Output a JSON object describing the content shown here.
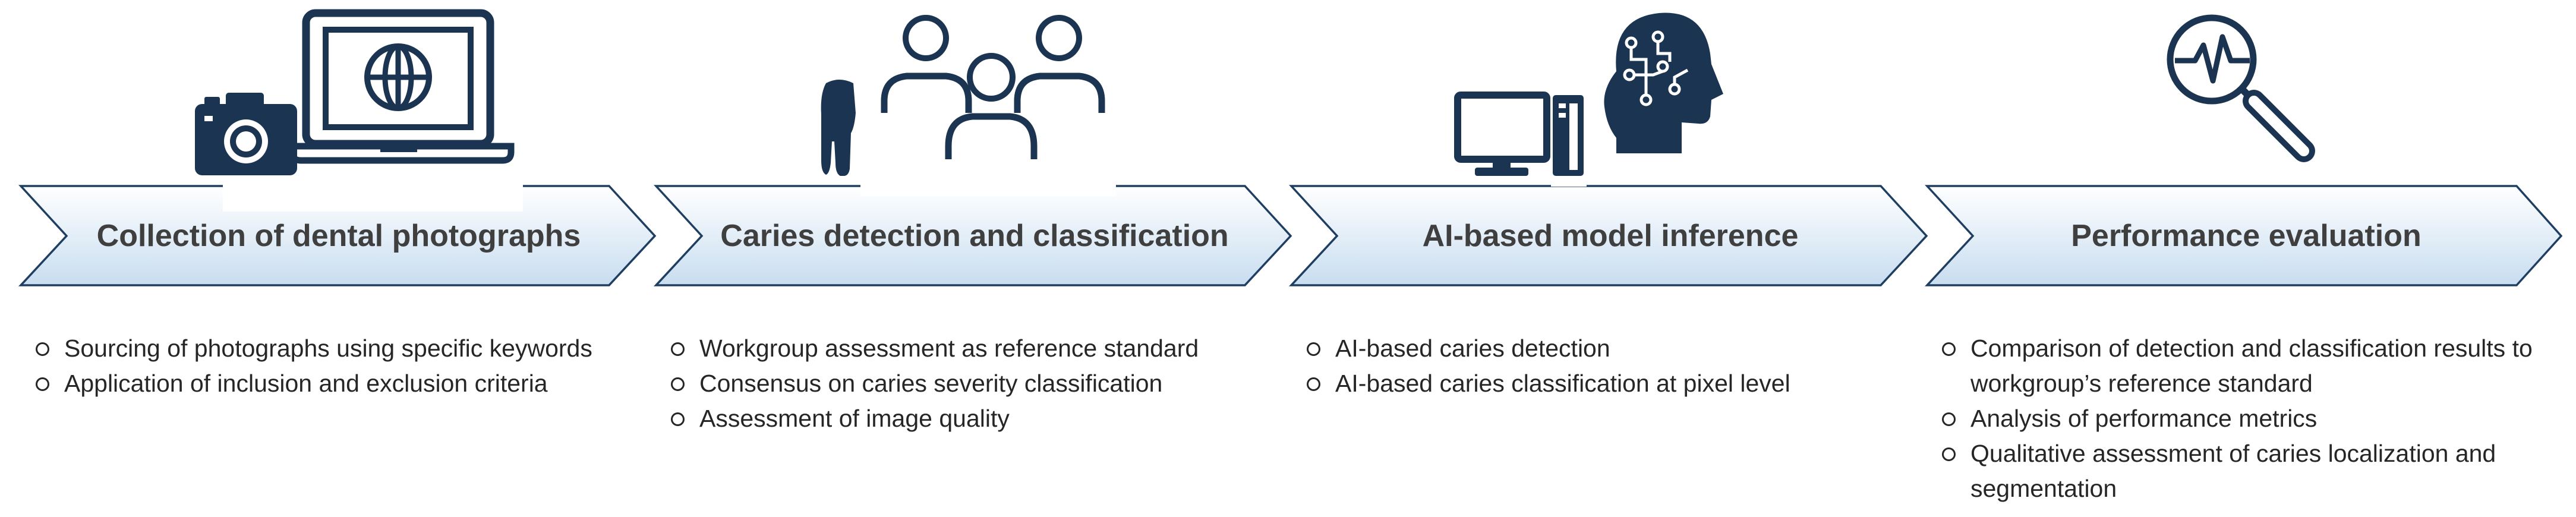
{
  "colors": {
    "icon": "#1b3452",
    "arrow_fill_top": "#ffffff",
    "arrow_fill_bottom": "#c8ddf0",
    "arrow_stroke": "#1f3f62",
    "title_text": "#3f3f3f",
    "bullet_text": "#262626"
  },
  "stages": [
    {
      "title": "Collection of dental photographs",
      "icons": [
        "camera-icon",
        "laptop-globe-icon"
      ],
      "bullets": [
        "Sourcing of photographs using specific keywords",
        "Application of inclusion and exclusion criteria"
      ]
    },
    {
      "title": "Caries detection and classification",
      "icons": [
        "tooth-icon",
        "people-group-icon"
      ],
      "bullets": [
        "Workgroup assessment as reference standard",
        "Consensus on caries severity classification",
        "Assessment of image quality"
      ]
    },
    {
      "title": "AI-based model inference",
      "icons": [
        "computer-icon",
        "ai-brain-head-icon"
      ],
      "bullets": [
        "AI-based caries detection",
        "AI-based caries classification at pixel level"
      ]
    },
    {
      "title": "Performance evaluation",
      "icons": [
        "magnifier-pulse-icon"
      ],
      "bullets": [
        "Comparison of detection and classification results to workgroup’s reference standard",
        "Analysis of performance metrics",
        "Qualitative assessment of caries localization and segmentation"
      ]
    }
  ]
}
